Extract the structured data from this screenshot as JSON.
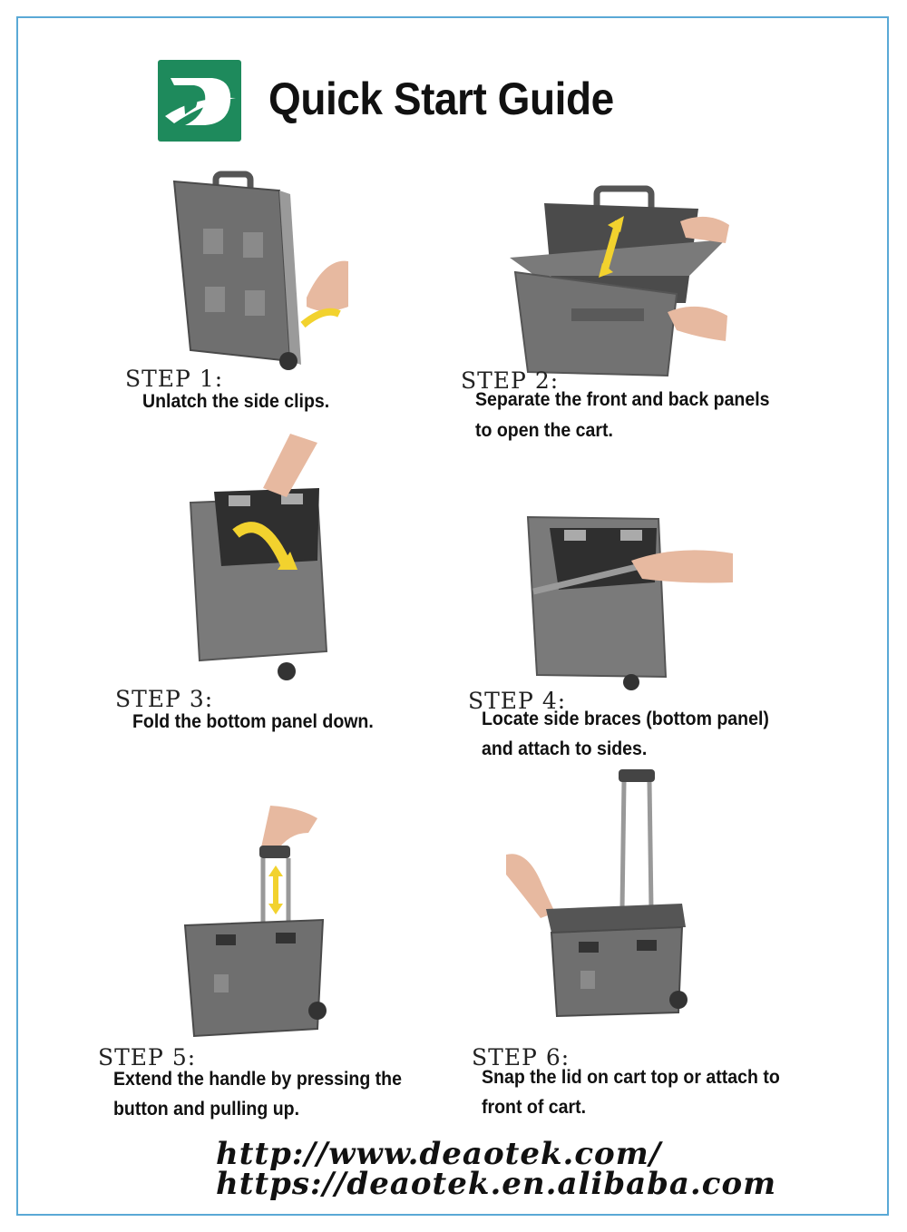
{
  "header": {
    "title": "Quick Start Guide"
  },
  "logo": {
    "icon": "deaotek-d-logo-icon",
    "colors": {
      "green": "#1e8a5c",
      "white": "#ffffff"
    }
  },
  "steps": [
    {
      "label": "STEP 1:",
      "lines": [
        "Unlatch the side clips."
      ]
    },
    {
      "label": "STEP 2:",
      "lines": [
        "Separate the front and back panels",
        "to open the cart."
      ]
    },
    {
      "label": "STEP 3:",
      "lines": [
        "Fold the bottom panel down."
      ]
    },
    {
      "label": "STEP 4:",
      "lines": [
        "Locate side braces (bottom panel)",
        "and attach to sides."
      ]
    },
    {
      "label": "STEP 5:",
      "lines": [
        "Extend the handle by pressing the",
        "button and pulling up."
      ]
    },
    {
      "label": "STEP 6:",
      "lines": [
        "Snap the lid on cart top or attach to",
        "front of cart."
      ]
    }
  ],
  "photos": [
    {
      "icon": "folded-cart-icon"
    },
    {
      "icon": "opening-cart-icon"
    },
    {
      "icon": "folding-bottom-panel-icon"
    },
    {
      "icon": "attaching-braces-icon"
    },
    {
      "icon": "extending-handle-icon"
    },
    {
      "icon": "cart-with-lid-icon"
    }
  ],
  "urls": [
    "http://www.deaotek.com/",
    "https://deaotek.en.alibaba.com"
  ],
  "colors": {
    "border": "#5aa9d6",
    "cart": "#707070",
    "arrow": "#f2d22e"
  }
}
